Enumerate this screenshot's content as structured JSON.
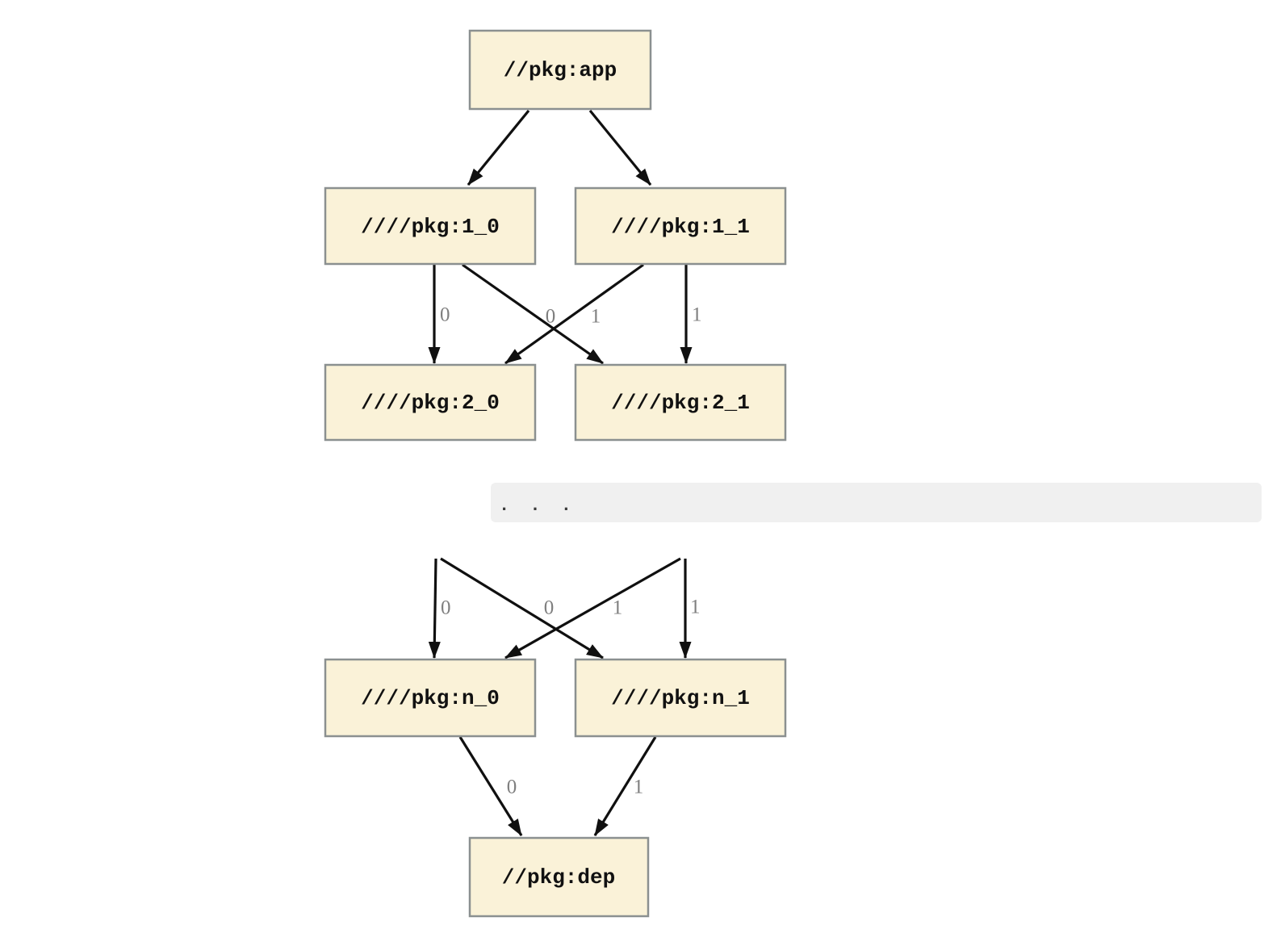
{
  "colors": {
    "node_fill": "#faf2d8",
    "node_border": "#8b9090",
    "edge_color": "#101010",
    "edge_label_color": "#7f7f7f",
    "band_fill": "#f0f0f0",
    "band_text_color": "#3a3a3a",
    "background": "#ffffff"
  },
  "nodes": {
    "app": {
      "label": "//pkg:app"
    },
    "l1_0": {
      "label": "////pkg:1_0"
    },
    "l1_1": {
      "label": "////pkg:1_1"
    },
    "l2_0": {
      "label": "////pkg:2_0"
    },
    "l2_1": {
      "label": "////pkg:2_1"
    },
    "ln_0": {
      "label": "////pkg:n_0"
    },
    "ln_1": {
      "label": "////pkg:n_1"
    },
    "dep": {
      "label": "//pkg:dep"
    }
  },
  "edges": [
    {
      "from": "//pkg:app",
      "to": "////pkg:1_0",
      "label": ""
    },
    {
      "from": "//pkg:app",
      "to": "////pkg:1_1",
      "label": ""
    },
    {
      "from": "////pkg:1_0",
      "to": "////pkg:2_0",
      "label": "0"
    },
    {
      "from": "////pkg:1_0",
      "to": "////pkg:2_1",
      "label": "1"
    },
    {
      "from": "////pkg:1_1",
      "to": "////pkg:2_0",
      "label": "0"
    },
    {
      "from": "////pkg:1_1",
      "to": "////pkg:2_1",
      "label": "1"
    },
    {
      "from": ". . .",
      "to": "////pkg:n_0",
      "label": "0"
    },
    {
      "from": ". . .",
      "to": "////pkg:n_1",
      "label": "1"
    },
    {
      "from": ". . .",
      "to": "////pkg:n_0",
      "label": "0"
    },
    {
      "from": ". . .",
      "to": "////pkg:n_1",
      "label": "1"
    },
    {
      "from": "////pkg:n_0",
      "to": "//pkg:dep",
      "label": "0"
    },
    {
      "from": "////pkg:n_1",
      "to": "//pkg:dep",
      "label": "1"
    }
  ],
  "separator": {
    "text": ". . ."
  }
}
